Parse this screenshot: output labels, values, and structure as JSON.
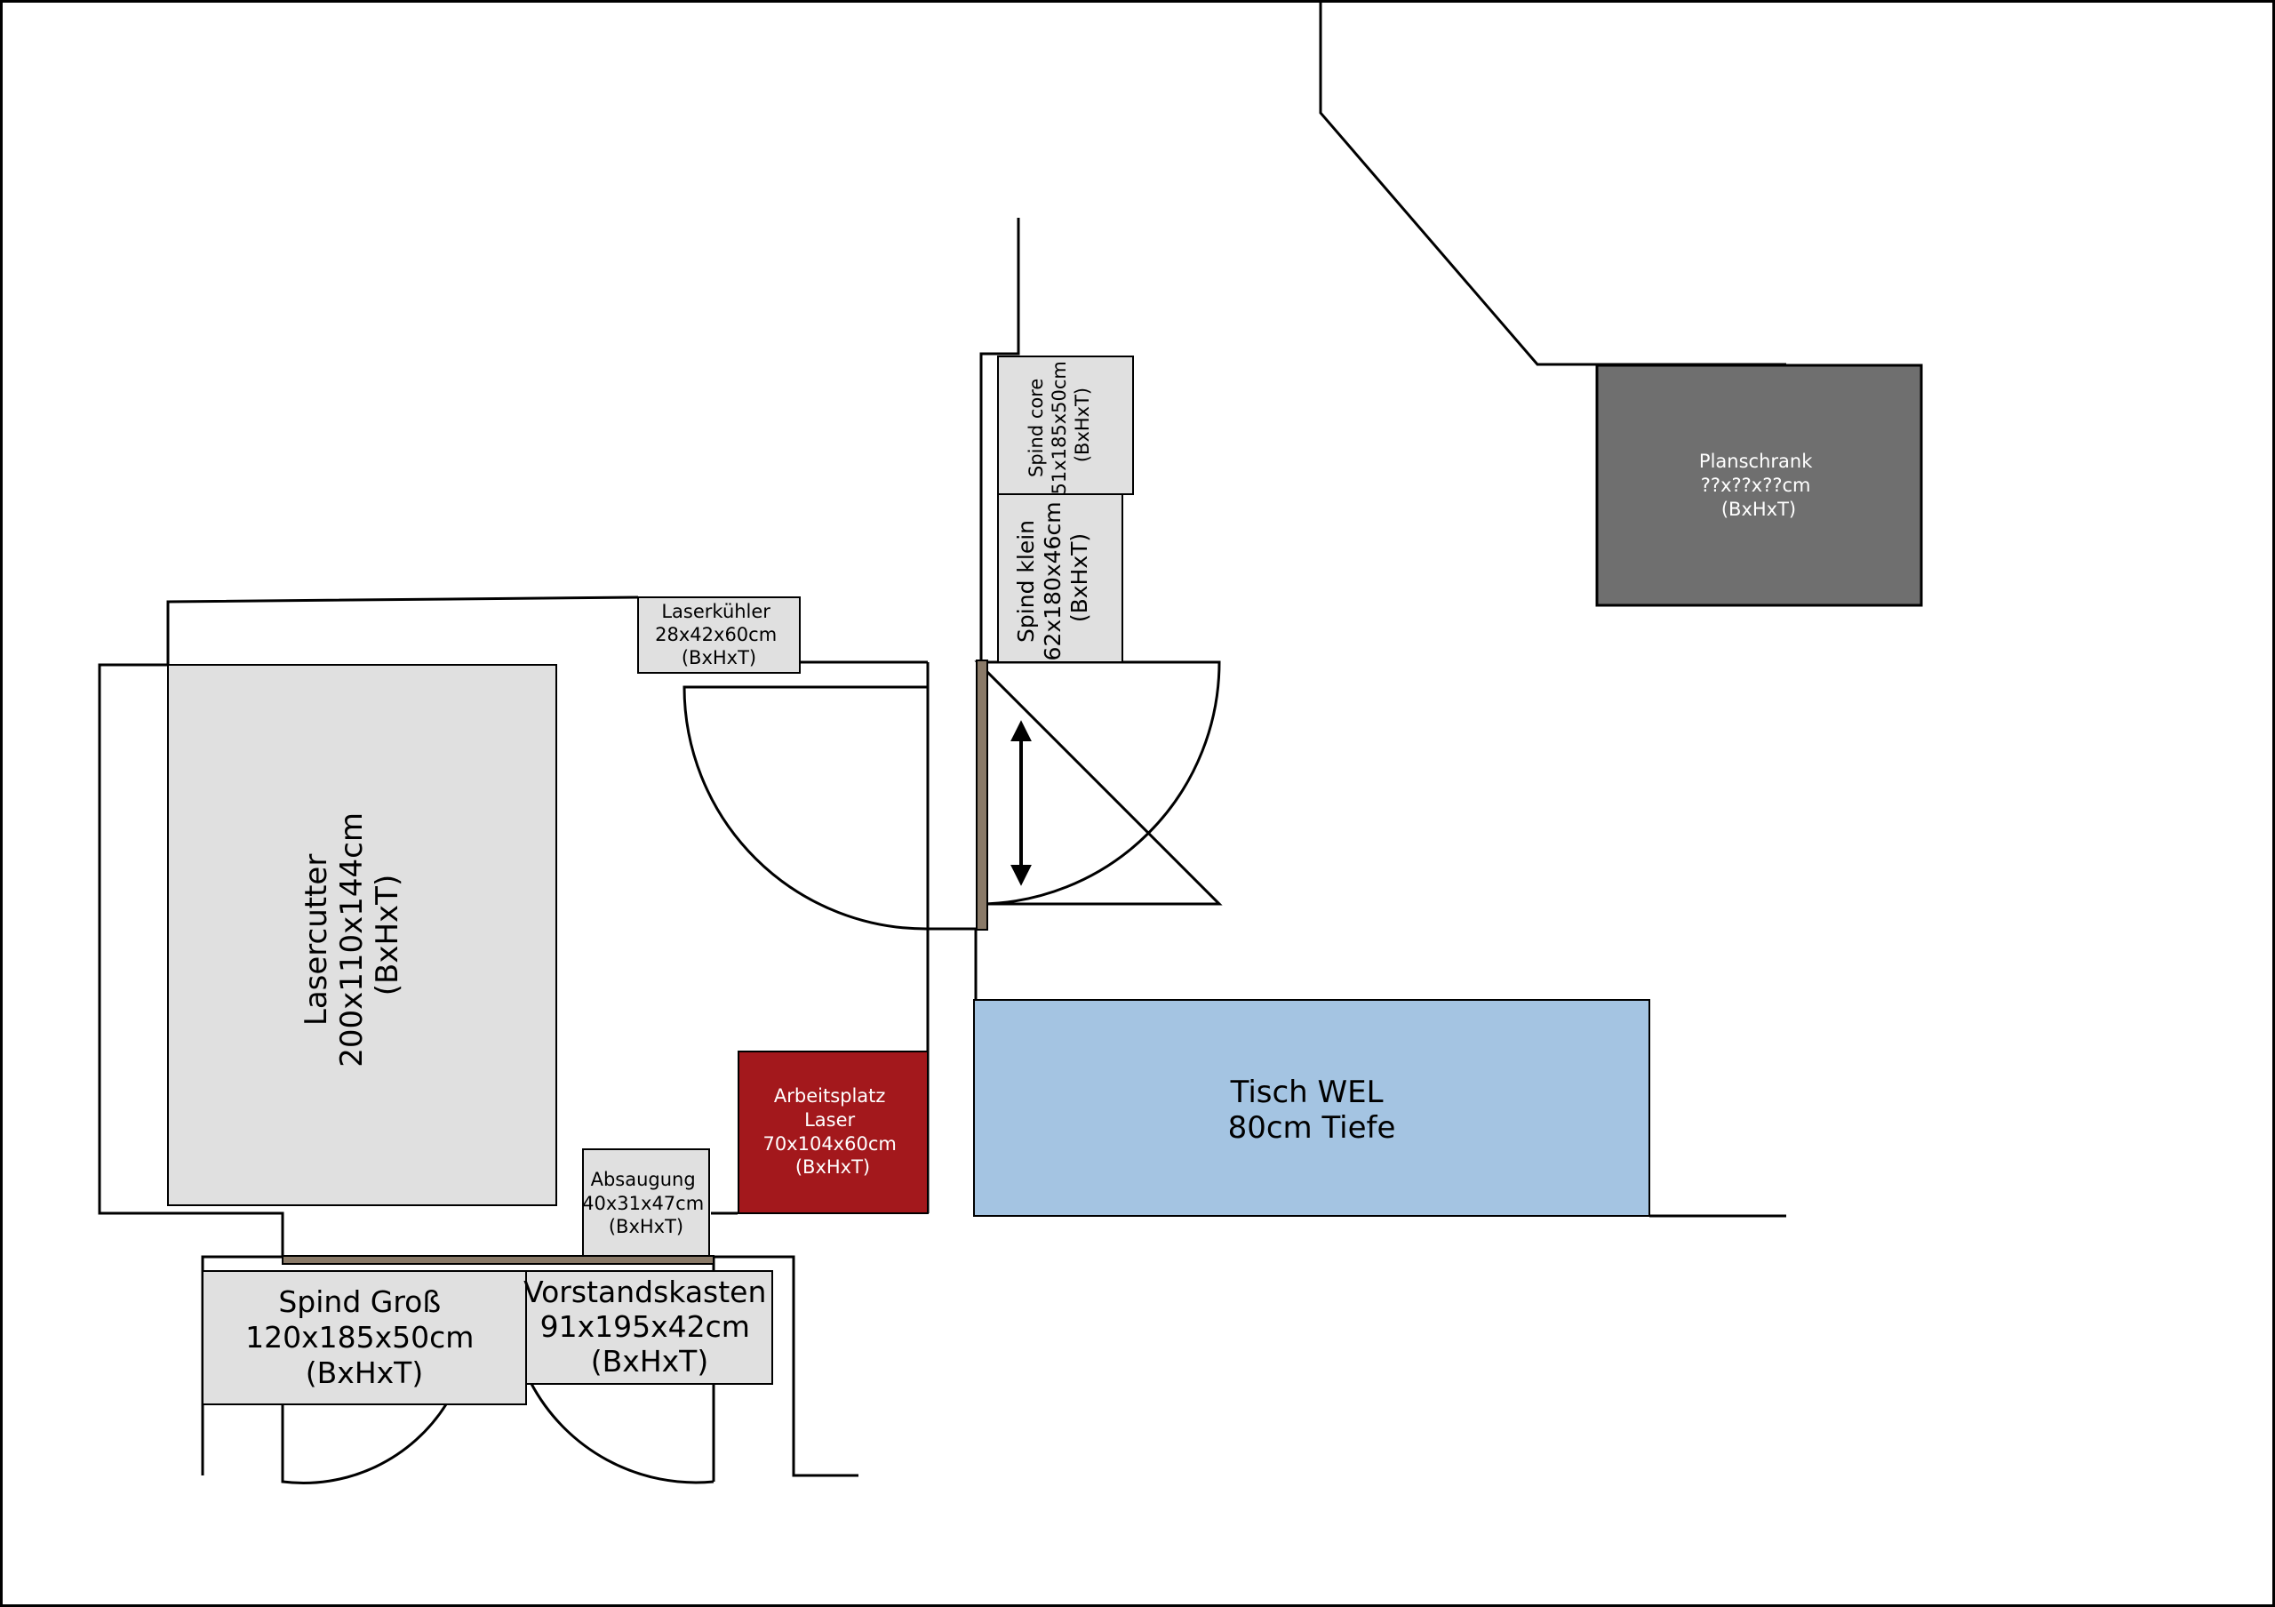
{
  "colors": {
    "furniture_gray": "#e0e0e0",
    "planschrank": "#6f6f6f",
    "arbeitsplatz": "#a3181c",
    "tisch": "#a4c4e2",
    "wood": "#8a7a68",
    "line": "#000000"
  },
  "items": {
    "lasercutter": [
      "Lasercutter",
      "200x110x144cm",
      "(BxHxT)"
    ],
    "laserkuehler": [
      "Laserkühler",
      "28x42x60cm",
      "(BxHxT)"
    ],
    "spind_core": [
      "Spind core",
      "51x185x50cm",
      "(BxHxT)"
    ],
    "spind_klein": [
      "Spind klein",
      "62x180x46cm",
      "(BxHxT)"
    ],
    "planschrank": [
      "Planschrank",
      "??x??x??cm",
      "(BxHxT)"
    ],
    "arbeitsplatz": [
      "Arbeitsplatz",
      "Laser",
      "70x104x60cm",
      "(BxHxT)"
    ],
    "absaugung": [
      "Absaugung",
      "40x31x47cm",
      "(BxHxT)"
    ],
    "tisch": [
      "Tisch WEL",
      "80cm Tiefe"
    ],
    "spind_gross": [
      "Spind Groß",
      "120x185x50cm",
      "(BxHxT)"
    ],
    "vorstandskasten": [
      "Vorstandskasten",
      "91x195x42cm",
      "(BxHxT)"
    ]
  }
}
